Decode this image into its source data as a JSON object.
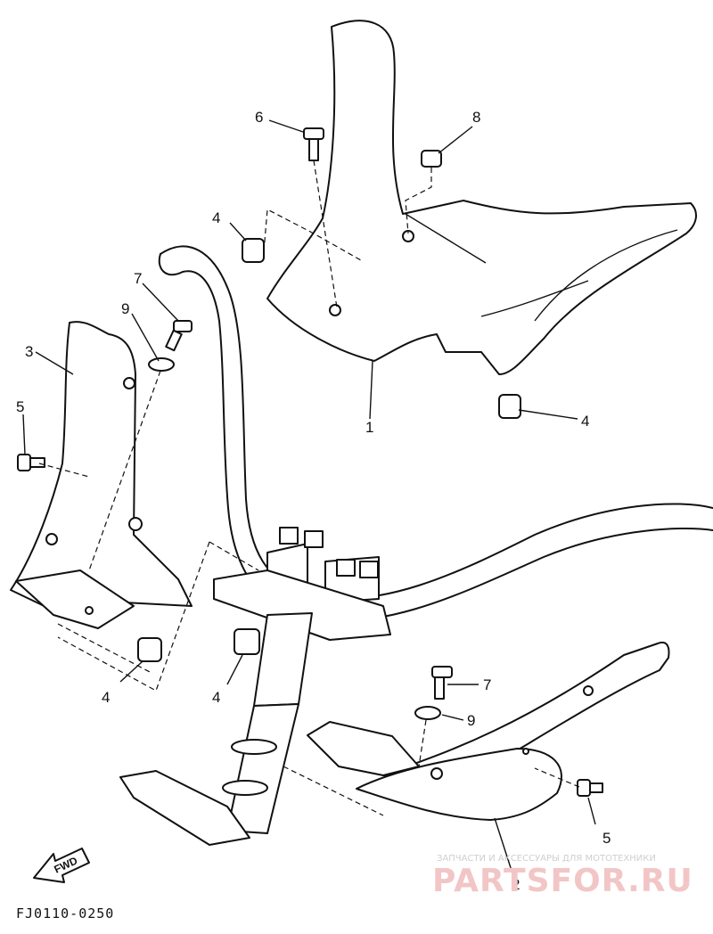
{
  "diagram": {
    "code": "FJ0110-0250",
    "fwd_label": "FWD",
    "callouts": {
      "c1": "1",
      "c2": "2",
      "c3": "3",
      "c4a": "4",
      "c4b": "4",
      "c4c": "4",
      "c4d": "4",
      "c5a": "5",
      "c5b": "5",
      "c6": "6",
      "c7a": "7",
      "c7b": "7",
      "c8": "8",
      "c9a": "9",
      "c9b": "9"
    }
  },
  "watermark": {
    "caption": "ЗАПЧАСТИ И АКСЕССУАРЫ ДЛЯ МОТОТЕХНИКИ",
    "brand": "PARTSFOR.RU"
  }
}
